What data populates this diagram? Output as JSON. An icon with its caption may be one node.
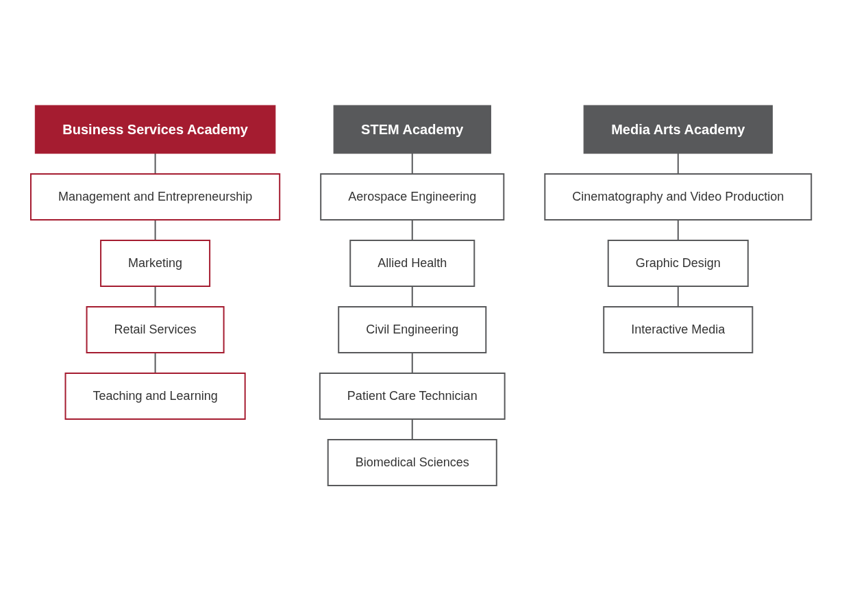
{
  "diagram": {
    "nodes": [
      {
        "text": [
          "Business Services Academy"
        ]
      },
      {
        "text": [
          "Management and Entrepreneurship"
        ]
      },
      {
        "text": [
          "Marketing"
        ]
      },
      {
        "text": [
          "Retail Services"
        ]
      },
      {
        "text": [
          "Teaching and Learning"
        ]
      },
      {
        "text": [
          "STEM Academy"
        ]
      },
      {
        "text": [
          "Aerospace Engineering"
        ]
      },
      {
        "text": [
          "Allied Health"
        ]
      },
      {
        "text": [
          "Civil Engineering"
        ]
      },
      {
        "text": [
          "Patient Care Technician"
        ]
      },
      {
        "text": [
          "Biomedical Sciences"
        ]
      },
      {
        "text": [
          "Media Arts Academy"
        ]
      },
      {
        "text": [
          "Cinematography and Video Production"
        ]
      },
      {
        "text": [
          "Graphic Design"
        ]
      },
      {
        "text": [
          "Interactive Media"
        ]
      }
    ],
    "edges": [
      {
        "from": 0,
        "to": 1,
        "arrow": "none"
      },
      {
        "from": 1,
        "to": 2,
        "arrow": "none"
      },
      {
        "from": 2,
        "to": 3,
        "arrow": "none"
      },
      {
        "from": 3,
        "to": 4,
        "arrow": "none"
      },
      {
        "from": 5,
        "to": 6,
        "arrow": "none"
      },
      {
        "from": 6,
        "to": 7,
        "arrow": "none"
      },
      {
        "from": 7,
        "to": 8,
        "arrow": "none"
      },
      {
        "from": 8,
        "to": 9,
        "arrow": "none"
      },
      {
        "from": 9,
        "to": 10,
        "arrow": "none"
      },
      {
        "from": 11,
        "to": 12,
        "arrow": "none"
      },
      {
        "from": 12,
        "to": 13,
        "arrow": "none"
      },
      {
        "from": 13,
        "to": 14,
        "arrow": "none"
      }
    ]
  }
}
